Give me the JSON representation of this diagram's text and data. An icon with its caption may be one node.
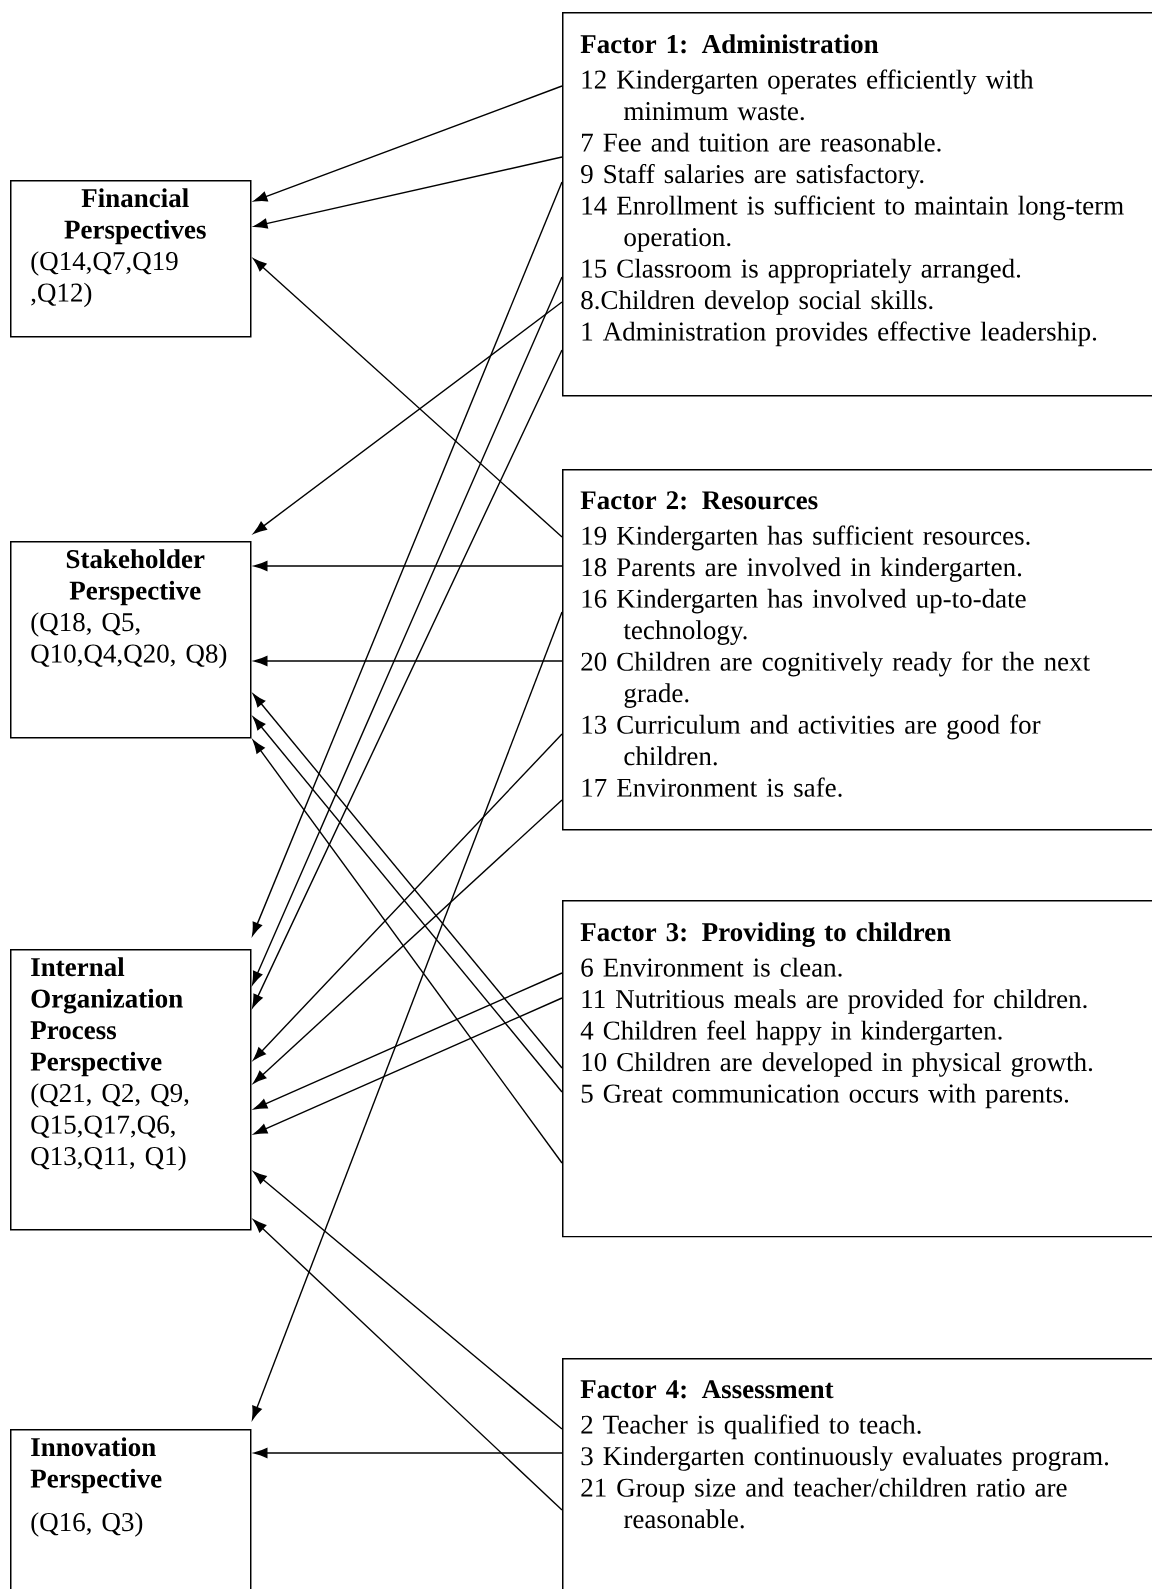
{
  "diagram": {
    "nodes": [
      {
        "text": [
          "Financial Perspectives",
          "(Q14,Q7,Q19 ,Q12)"
        ]
      },
      {
        "text": [
          "Stakeholder Perspective",
          "(Q18, Q5, Q10,Q4,Q20, Q8)"
        ]
      },
      {
        "text": [
          "Internal Organization Process Perspective",
          "(Q21, Q2, Q9, Q15,Q17,Q6, Q13,Q11, Q1)"
        ]
      },
      {
        "text": [
          "Innovation Perspective",
          "(Q16, Q3)"
        ]
      },
      {
        "text": [
          "Factor 1: Administration",
          "12 Kindergarten operates efficiently with minimum waste.",
          "7 Fee and tuition are reasonable.",
          "9 Staff salaries are satisfactory.",
          "14 Enrollment is sufficient to maintain long-term operation.",
          "15 Classroom is appropriately arranged.",
          "8.Children develop social skills.",
          "1 Administration provides effective leadership."
        ]
      },
      {
        "text": [
          "Factor 2: Resources",
          "19 Kindergarten has sufficient resources.",
          "18 Parents are involved in kindergarten.",
          "16 Kindergarten has involved up-to-date technology.",
          "20 Children are cognitively ready for the next grade.",
          "13 Curriculum and activities are good for children.",
          "17 Environment is safe."
        ]
      },
      {
        "text": [
          "Factor 3: Providing to children",
          "6 Environment is clean.",
          "11 Nutritious meals are provided for children.",
          "4 Children feel happy in kindergarten.",
          "10 Children are developed in physical growth.",
          "5 Great communication occurs with parents."
        ]
      },
      {
        "text": [
          "Factor 4: Assessment",
          "2 Teacher is qualified to teach.",
          "3 Kindergarten continuously evaluates program.",
          "21 Group size and teacher/children ratio are reasonable."
        ]
      }
    ],
    "edges": [
      {
        "from": 4,
        "to": 0,
        "arrow": "to"
      },
      {
        "from": 4,
        "to": 0,
        "arrow": "to"
      },
      {
        "from": 4,
        "to": 2,
        "arrow": "to"
      },
      {
        "from": 4,
        "to": 2,
        "arrow": "to"
      },
      {
        "from": 4,
        "to": 2,
        "arrow": "to"
      },
      {
        "from": 4,
        "to": 1,
        "arrow": "to"
      },
      {
        "from": 5,
        "to": 0,
        "arrow": "to"
      },
      {
        "from": 5,
        "to": 1,
        "arrow": "to"
      },
      {
        "from": 5,
        "to": 3,
        "arrow": "to"
      },
      {
        "from": 5,
        "to": 1,
        "arrow": "to"
      },
      {
        "from": 5,
        "to": 2,
        "arrow": "to"
      },
      {
        "from": 5,
        "to": 2,
        "arrow": "to"
      },
      {
        "from": 6,
        "to": 2,
        "arrow": "to"
      },
      {
        "from": 6,
        "to": 2,
        "arrow": "to"
      },
      {
        "from": 6,
        "to": 1,
        "arrow": "to"
      },
      {
        "from": 6,
        "to": 1,
        "arrow": "to"
      },
      {
        "from": 6,
        "to": 1,
        "arrow": "to"
      },
      {
        "from": 7,
        "to": 2,
        "arrow": "to"
      },
      {
        "from": 7,
        "to": 3,
        "arrow": "to"
      },
      {
        "from": 7,
        "to": 2,
        "arrow": "to"
      }
    ]
  }
}
